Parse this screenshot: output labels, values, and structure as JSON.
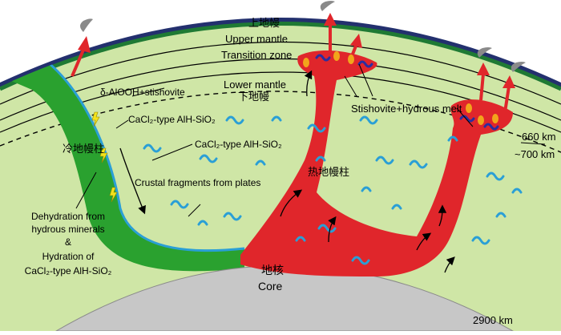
{
  "labels": {
    "upper_mantle_cn": "上地幔",
    "upper_mantle": "Upper mantle",
    "transition_zone": "Transition zone",
    "lower_mantle": "Lower mantle",
    "lower_mantle_cn": "下地幔",
    "alooh": "δ-AlOOH+stishovite",
    "cacl2_slab": "CaCl₂-type AlH-SiO₂",
    "cold_plume_cn": "冷地幔柱",
    "cacl2_mid": "CaCl₂-type AlH-SiO₂",
    "crustal": "Crustal fragments from plates",
    "hot_plume_cn": "热地幔柱",
    "stishovite_melt": "Stishovite+hydrous melt",
    "depth_660": "660 km",
    "depth_700": "~700 km",
    "depth_2900": "2900 km",
    "core_cn": "地核",
    "core": "Core",
    "dehydration_1": "Dehydration from",
    "dehydration_2": "hydrous minerals",
    "dehydration_3": "&",
    "dehydration_4": "Hydration of",
    "dehydration_5": "CaCl₂-type AlH-SiO₂"
  },
  "colors": {
    "mantle": "#cfe6a6",
    "crust": "#1f7a34",
    "crust_edge": "#23306e",
    "slab": "#2aa12f",
    "slab_edge": "#2a9fd6",
    "plume": "#e0262b",
    "core": "#c7c7c7",
    "fragment": "#2a9fd6",
    "fragment_dark": "#2a2ea0",
    "melt_dot": "#f2a51b",
    "smoke": "#8a8a8a"
  },
  "icons": {
    "fragment": "squiggle-icon",
    "volcano_smoke": "smoke-icon",
    "flow_arrow": "arrow-icon",
    "dehydration_marker": "lightning-icon"
  }
}
